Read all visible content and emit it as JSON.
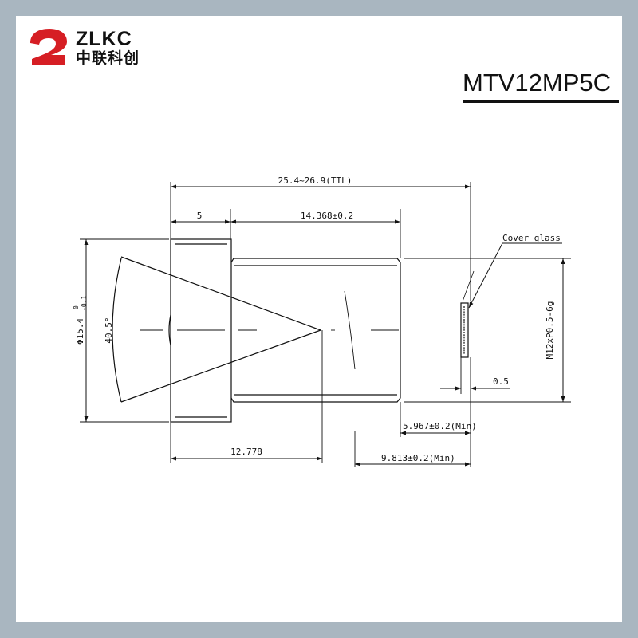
{
  "brand": {
    "latin": "ZLKC",
    "chinese": "中联科创"
  },
  "model": "MTV12MP5C",
  "dims": {
    "ttl": "25.4~26.9(TTL)",
    "flange": "5",
    "barrel": "14.368±0.2",
    "cover_glass": "Cover glass",
    "thread": "M12xP0.5-6g",
    "glass_thickness": "0.5",
    "bfl_mech": "5.967±0.2(Min)",
    "bfl_optical": "9.813±0.2(Min)",
    "lens_center": "12.778",
    "fov": "40.5°",
    "diameter": "Φ15.4",
    "diameter_tol_upper": "0",
    "diameter_tol_lower": "-0.1"
  },
  "colors": {
    "frame": "#a9b6c0",
    "ink": "#111111",
    "logo_red": "#d61e24"
  }
}
